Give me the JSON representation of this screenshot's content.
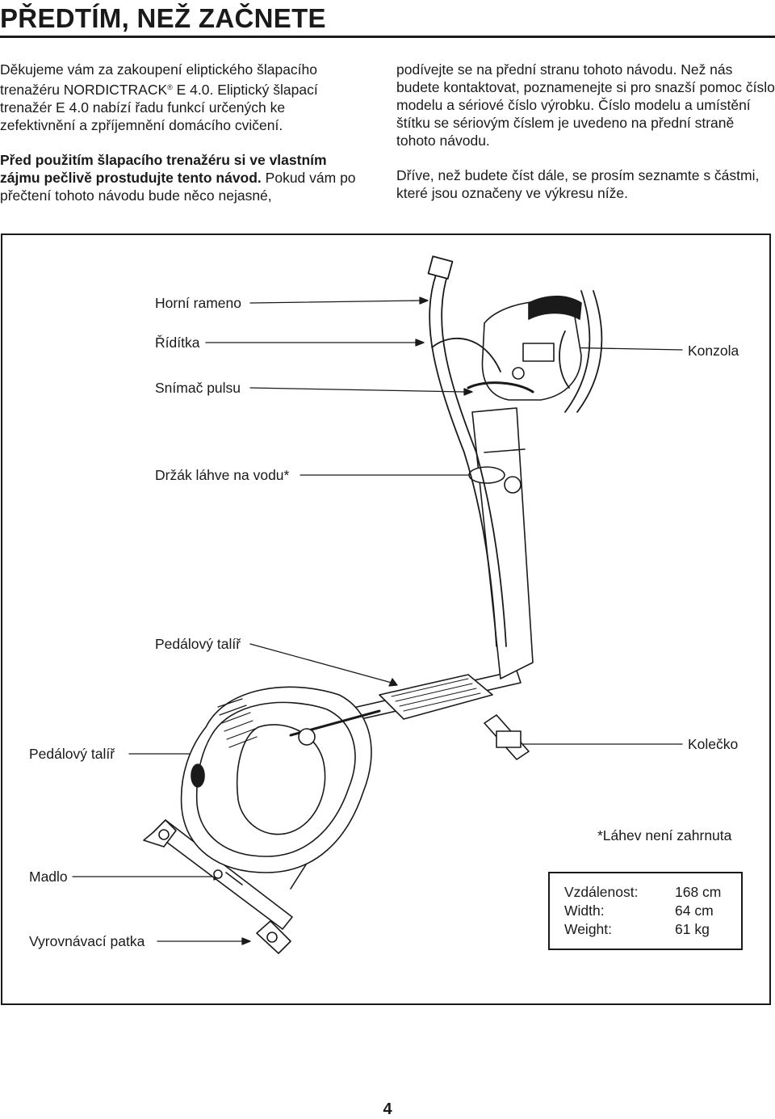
{
  "header": {
    "title": "PŘEDTÍM, NEŽ ZAČNETE"
  },
  "intro": {
    "p1_a": "Děkujeme vám za zakoupení eliptického šlapacího trenažéru NORDICTRACK",
    "p1_sup": "®",
    "p1_b": " E 4.0. Eliptický šlapací trenažér E 4.0 nabízí řadu funkcí určených ke zefektivnění a zpříjemnění domácího cvičení.",
    "p2_bold": "Před použitím šlapacího trenažéru si ve vlastním zájmu pečlivě prostudujte tento návod.",
    "p2_rest": " Pokud vám po přečtení tohoto návodu bude něco nejasné,",
    "p3": "podívejte se na přední stranu tohoto návodu. Než nás budete kontaktovat, poznamenejte si pro snazší pomoc číslo modelu a sériové číslo výrobku. Číslo modelu a umístění štítku se sériovým číslem je uvedeno na přední straně tohoto návodu.",
    "p4": "Dříve, než budete číst dále, se prosím seznamte s částmi, které jsou označeny ve výkresu níže."
  },
  "diagram": {
    "labels": {
      "upper_arm": "Horní rameno",
      "handlebar": "Řídítka",
      "pulse_sensor": "Snímač pulsu",
      "bottle_holder": "Držák láhve na vodu*",
      "pedal_plate_1": "Pedálový talíř",
      "pedal_plate_2": "Pedálový talíř",
      "handle": "Madlo",
      "leveling_foot": "Vyrovnávací patka",
      "console": "Konzola",
      "wheel": "Kolečko",
      "bottle_note": "*Láhev není zahrnuta"
    },
    "specs": [
      {
        "label": "Vzdálenost:",
        "value": "168 cm"
      },
      {
        "label": "Width:",
        "value": "64 cm"
      },
      {
        "label": "Weight:",
        "value": "61 kg"
      }
    ]
  },
  "footer": {
    "page_number": "4"
  }
}
